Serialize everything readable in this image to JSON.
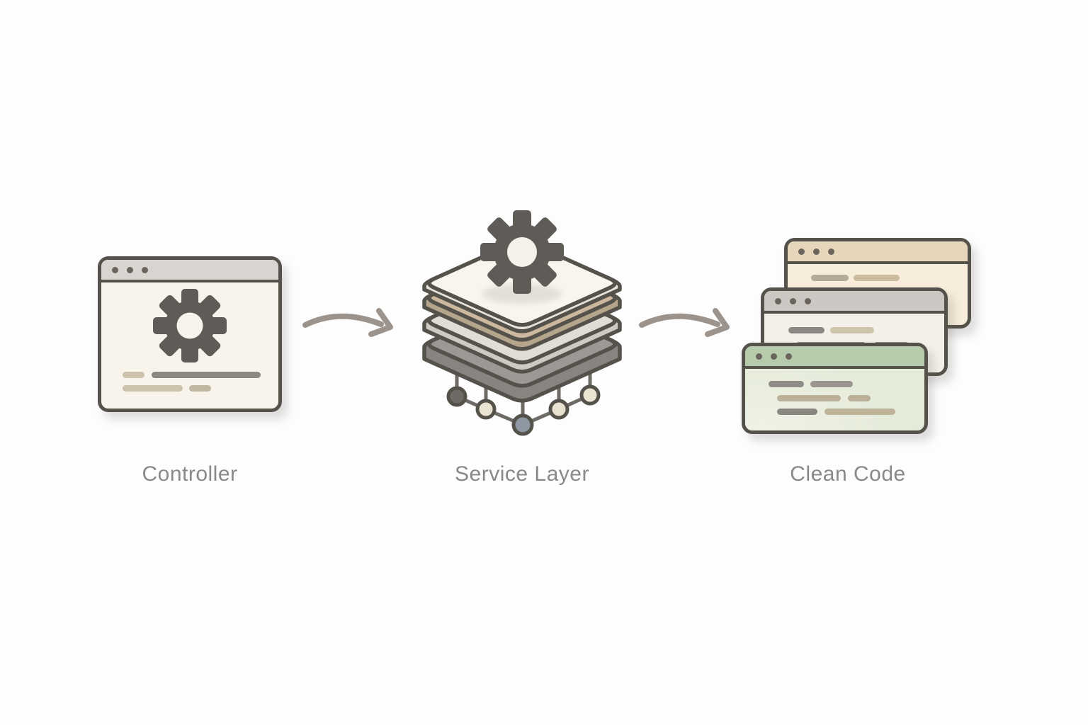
{
  "background": "#fdfdfd",
  "palette": {
    "background": "#fdfdfd",
    "outline": "#55514b",
    "label_text": "#8b8987",
    "arrow": "#9c948c",
    "dot": "#6a645c",
    "gear": "#5f5b57",
    "cream_body": "#f8f4ec",
    "header_gray": "#d8d5d1",
    "tan_header": "#e6d6bb",
    "tan_body": "#f7edda",
    "mid_header": "#cbc8c3",
    "mid_body": "#f3f0ea",
    "green_header": "#b6cbab",
    "green_body": "#e5ebd9",
    "green_body_light": "#eff2e6",
    "layer_top_cream": "#f8f5ee",
    "layer_top_tan": "#ccb89f",
    "layer_top_gray": "#e0ddd7",
    "layer_top_dark": "#9b9895",
    "pill_tan": "#cdc2ac",
    "pill_gray": "#8b8781",
    "node_dark": "#6e6b67",
    "node_cream": "#ece4d2",
    "node_steel": "#8d98a3",
    "circuit_line": "#6e6a65"
  },
  "nodes": [
    {
      "id": "controller",
      "label": "Controller",
      "icon": "browser-window-with-gear-icon"
    },
    {
      "id": "service-layer",
      "label": "Service Layer",
      "icon": "layer-stack-with-gear-icon"
    },
    {
      "id": "clean-code",
      "label": "Clean Code",
      "icon": "stacked-code-windows-icon"
    }
  ],
  "connectors": [
    {
      "from": "controller",
      "to": "service-layer",
      "style": "curved-arrow"
    },
    {
      "from": "service-layer",
      "to": "clean-code",
      "style": "curved-arrow"
    }
  ],
  "icons": [
    "gear-icon",
    "window-dot-icon",
    "layer-icon",
    "circuit-node-icon",
    "curved-arrow-icon"
  ]
}
